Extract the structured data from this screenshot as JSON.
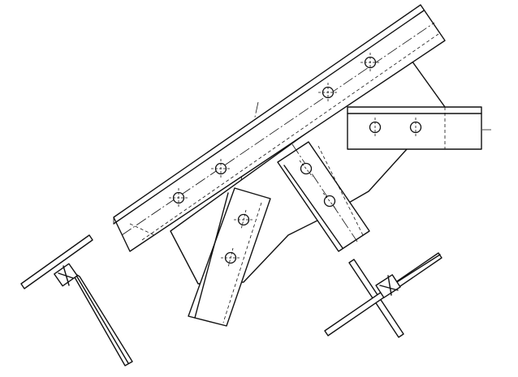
{
  "drawing": {
    "subject": "truss-gusset-joint",
    "line_color": "#111111",
    "background": "#ffffff"
  },
  "parts": {
    "top_chord": {
      "holes": 4
    },
    "horizontal_member": {
      "holes": 2
    },
    "left_diagonal": {
      "holes": 2
    },
    "right_diagonal": {
      "holes": 2
    },
    "gusset_plate": {},
    "left_section_detail": {},
    "right_section_detail": {}
  }
}
